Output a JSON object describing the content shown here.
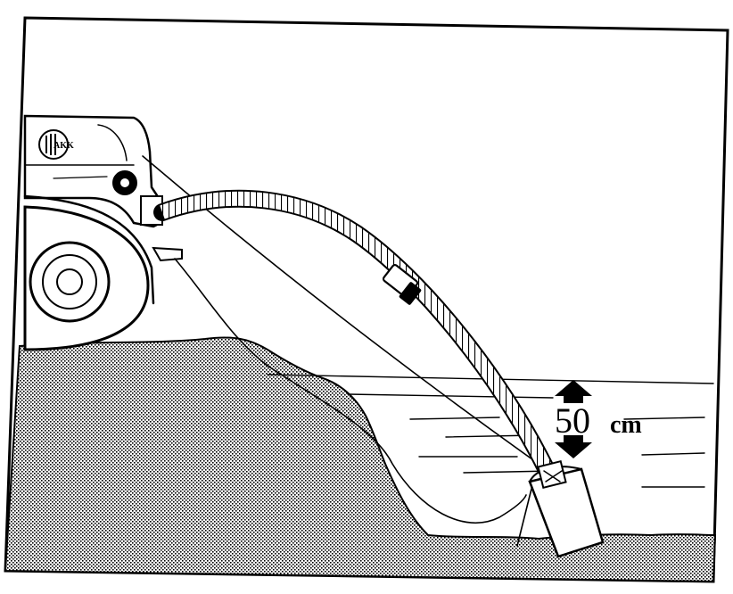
{
  "diagram": {
    "depth_value": "50",
    "depth_unit": "cm",
    "emblem_text": "AKK"
  },
  "colors": {
    "ink": "#000000",
    "paper": "#ffffff"
  }
}
